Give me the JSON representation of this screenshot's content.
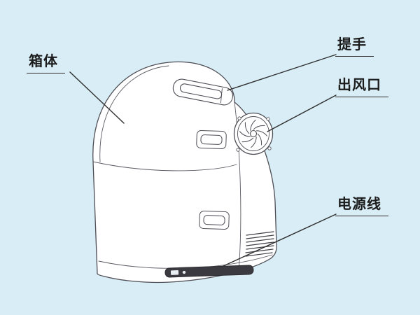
{
  "page": {
    "background_color": "#d8edf5"
  },
  "diagram": {
    "labels": [
      {
        "id": "cabinet-body",
        "text": "箱体"
      },
      {
        "id": "carry-handle",
        "text": "提手"
      },
      {
        "id": "air-outlet",
        "text": "出风口"
      },
      {
        "id": "power-cord",
        "text": "电源线"
      }
    ],
    "colors": {
      "background": "#d8edf5",
      "outline": "#4d4d55",
      "label_text": "#1c1c1c",
      "leader_line": "#2e2e2e",
      "device_fill": "#ffffff",
      "base_strip": "#3a3a40"
    }
  }
}
